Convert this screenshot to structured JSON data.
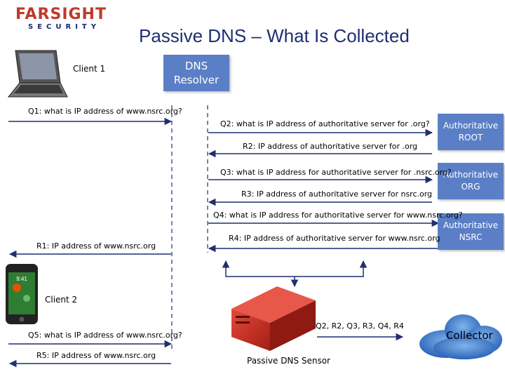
{
  "logo": {
    "name": "FARSIGHT",
    "sub": "SECURITY"
  },
  "title": "Passive DNS – What Is Collected",
  "client1": "Client 1",
  "client2": "Client 2",
  "resolver": [
    "DNS",
    "Resolver"
  ],
  "auth_root": [
    "Authoritative",
    "ROOT"
  ],
  "auth_org": [
    "Authoritative",
    "ORG"
  ],
  "auth_nsrc": [
    "Authoritative",
    "NSRC"
  ],
  "messages": {
    "q1": "Q1: what is IP address of www.nsrc.org?",
    "q2": "Q2: what is IP address of authoritative server for .org?",
    "r2": "R2: IP address of authoritative server for .org",
    "q3": "Q3: what is IP address for authoritative server for .nsrc.org?",
    "r3": "R3: IP address of authoritative server for nsrc.org",
    "q4": "Q4: what is IP address for authoritative server for www.nsrc.org?",
    "r4": "R4:  IP address of authoritative server for www.nsrc.org",
    "r1": "R1: IP address of  www.nsrc.org",
    "q5": "Q5: what is IP address of www.nsrc.org?",
    "r5": "R5: IP address of www.nsrc.org",
    "collected": "Q2, R2, Q3, R3, Q4, R4"
  },
  "sensor": "Passive DNS Sensor",
  "collector": "Collector",
  "phone_time": "9:41",
  "colors": {
    "box": "#5b7fc6",
    "arrow": "#1f2f70",
    "sensor": "#c0392b"
  }
}
